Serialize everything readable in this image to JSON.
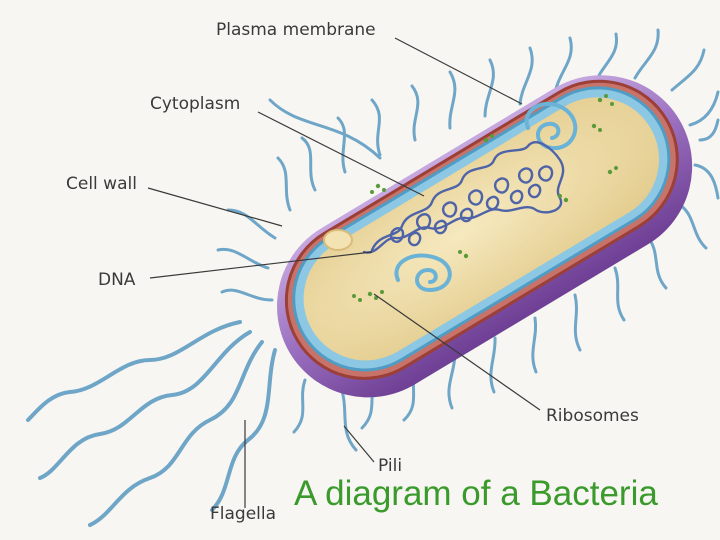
{
  "labels": {
    "plasma_membrane": "Plasma membrane",
    "cytoplasm": "Cytoplasm",
    "cell_wall": "Cell wall",
    "dna": "DNA",
    "ribosomes": "Ribosomes",
    "pili": "Pili",
    "flagella": "Flagella"
  },
  "caption": "A diagram of a Bacteria",
  "colors": {
    "capsule": "#9a6fbf",
    "cell_wall": "#b5584a",
    "membrane": "#6ab3d6",
    "cytoplasm": "#efdca6",
    "dna": "#4e63a8",
    "ribosome": "#5a9a3a",
    "appendage": "#6fa6c8",
    "caption": "#3a9a2c"
  }
}
